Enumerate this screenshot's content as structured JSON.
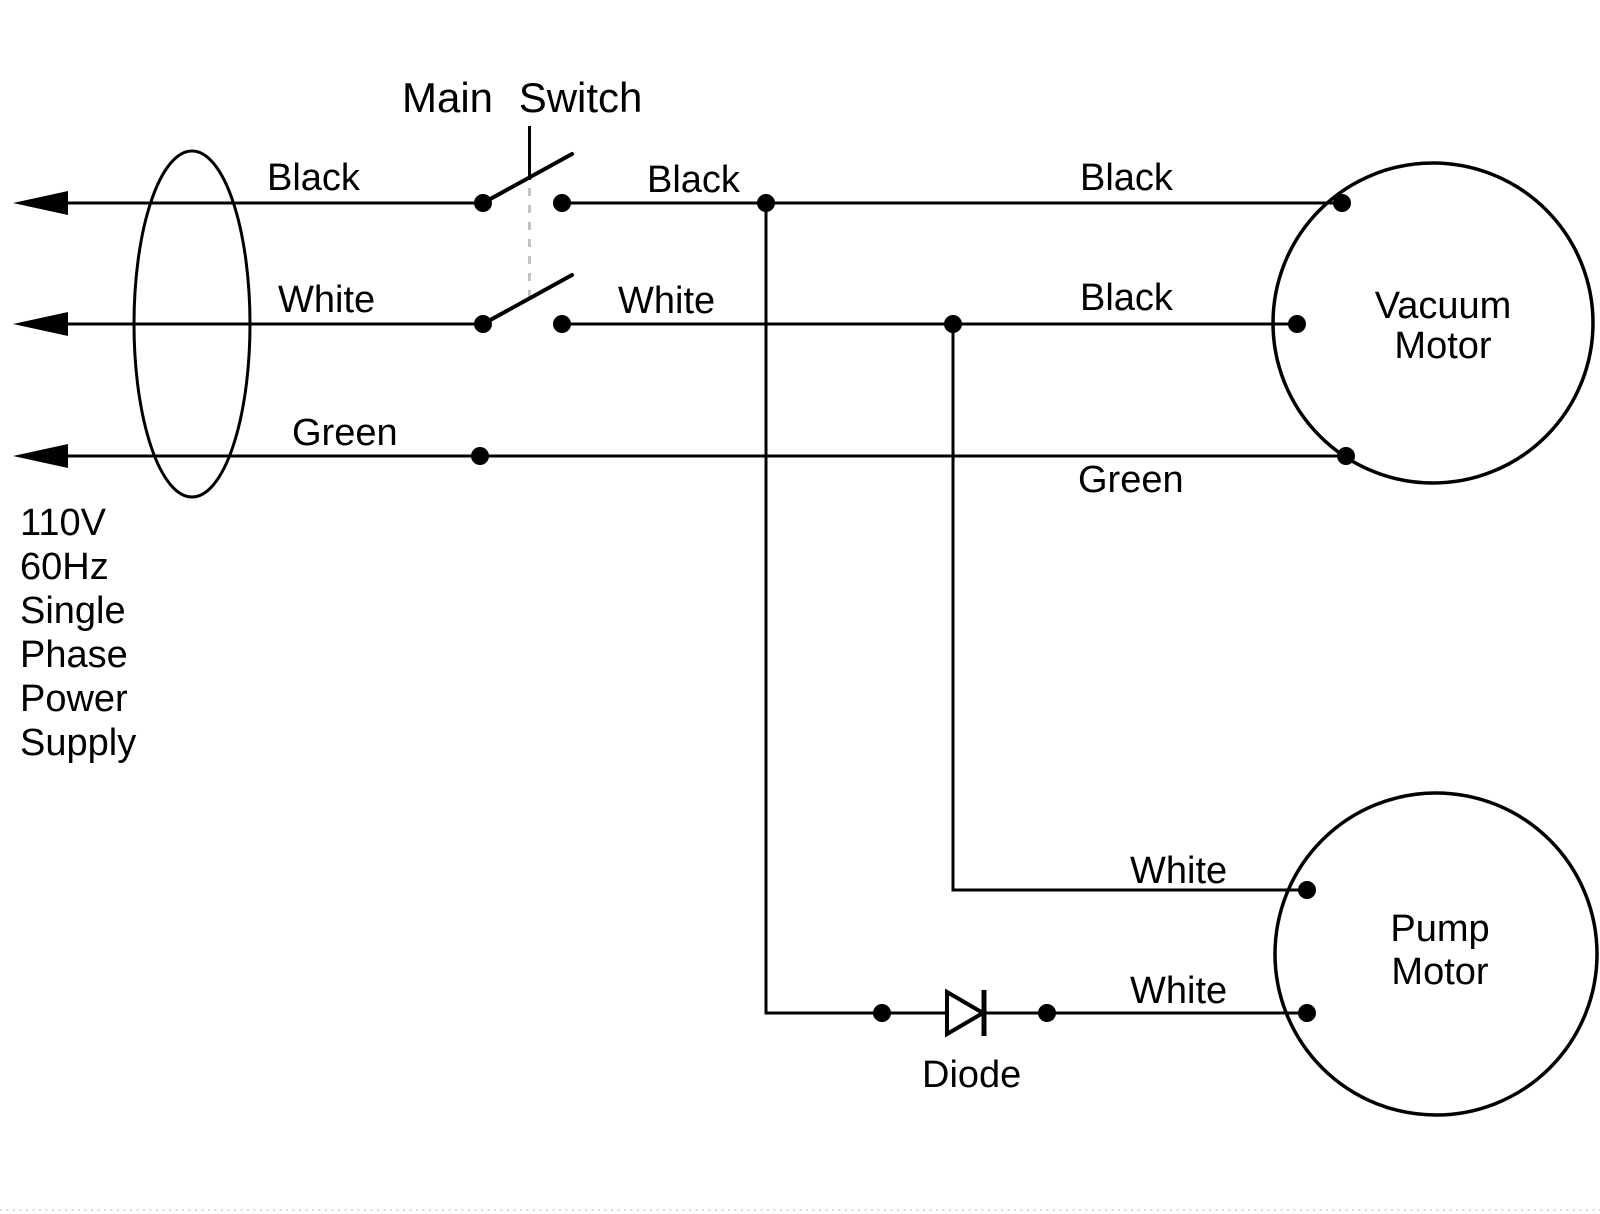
{
  "power_supply": {
    "lines": [
      "110V",
      "60Hz",
      "Single",
      "Phase",
      "Power",
      "Supply"
    ]
  },
  "main_switch": {
    "label": "Main Switch"
  },
  "wire_labels": {
    "supply_black": "Black",
    "supply_white": "White",
    "supply_green": "Green",
    "switched_black": "Black",
    "switched_white": "White",
    "vacuum_top_black": "Black",
    "vacuum_mid_black": "Black",
    "vacuum_green": "Green",
    "pump_upper_white": "White",
    "pump_lower_white": "White"
  },
  "components": {
    "vacuum_motor": {
      "name_line1": "Vacuum",
      "name_line2": "Motor"
    },
    "pump_motor": {
      "name_line1": "Pump",
      "name_line2": "Motor"
    },
    "diode": {
      "label": "Diode"
    }
  },
  "colors": {
    "wire": "#000000",
    "switch_linkage_dash": "#c3c3c3",
    "bottom_dotted_line": "#f7c7e3"
  }
}
